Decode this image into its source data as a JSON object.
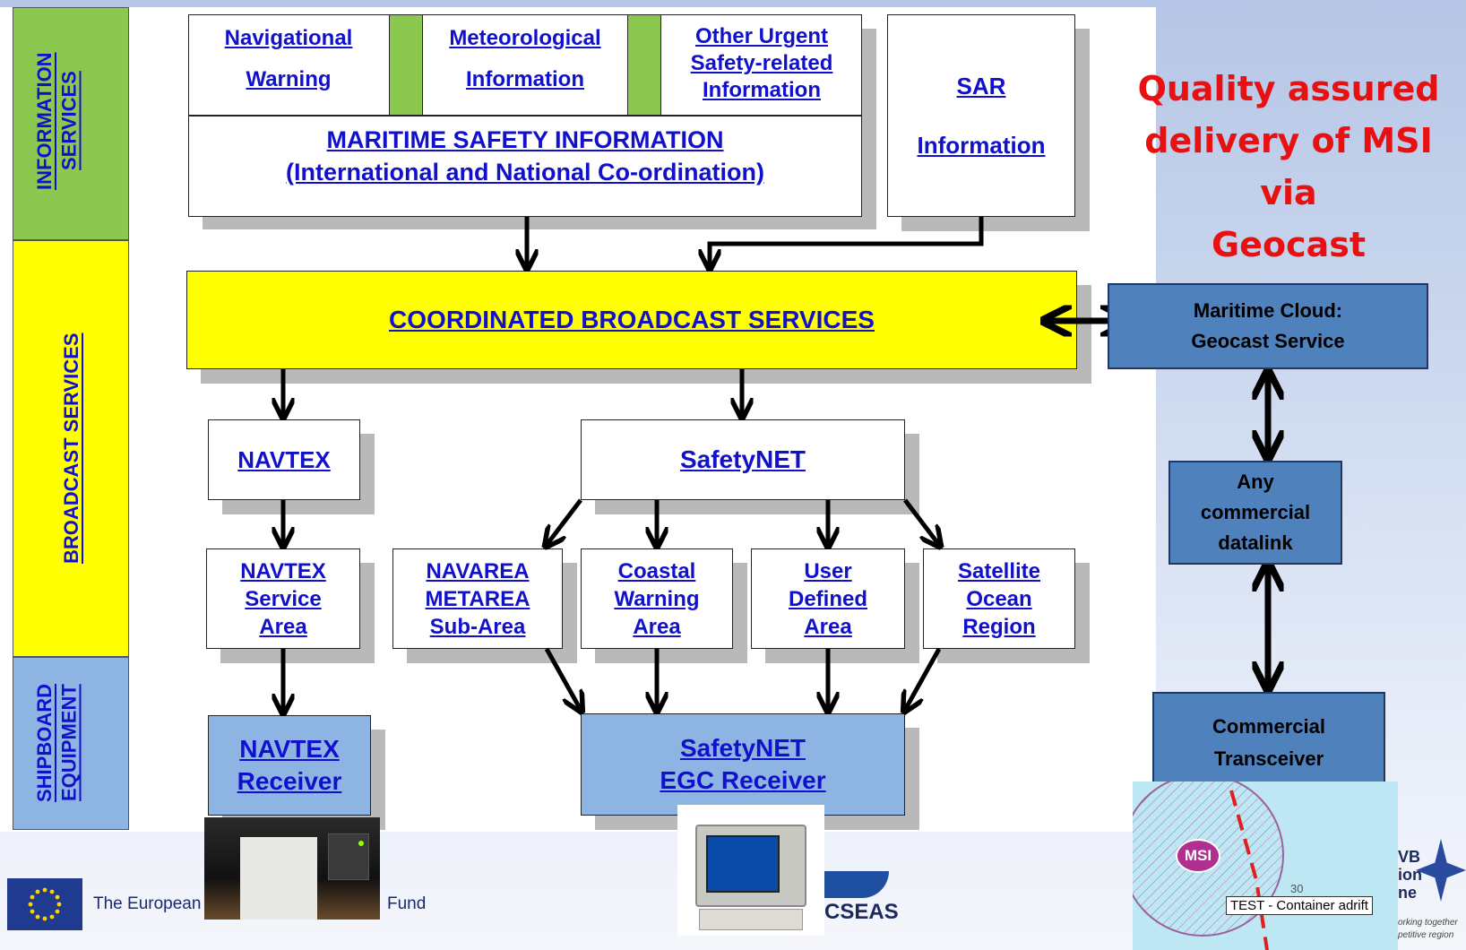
{
  "side_labels": {
    "information": [
      "INFORMATION",
      "SERVICES"
    ],
    "broadcast": "BROADCAST SERVICES",
    "shipboard": [
      "SHIPBOARD",
      "EQUIPMENT"
    ]
  },
  "top_boxes": {
    "navigational": [
      "Navigational",
      "Warning"
    ],
    "meteorological": [
      "Meteorological",
      "Information"
    ],
    "other": [
      "Other Urgent",
      "Safety-related",
      "Information"
    ],
    "msi": [
      "MARITIME SAFETY INFORMATION",
      "(International and National Co-ordination)"
    ],
    "sar": [
      "SAR",
      "Information"
    ]
  },
  "coordinated": "COORDINATED BROADCAST SERVICES",
  "navtex": "NAVTEX",
  "safetynet": "SafetyNET",
  "areas": {
    "navtex_service": [
      "NAVTEX",
      "Service",
      "Area"
    ],
    "navarea": [
      "NAVAREA",
      "METAREA",
      "Sub-Area"
    ],
    "coastal": [
      "Coastal",
      "Warning",
      "Area"
    ],
    "user": [
      "User",
      "Defined",
      "Area"
    ],
    "satellite": [
      "Satellite",
      "Ocean",
      "Region"
    ]
  },
  "receivers": {
    "navtex": [
      "NAVTEX",
      "Receiver"
    ],
    "safetynet": [
      "SafetyNET",
      "EGC Receiver"
    ]
  },
  "headline": [
    "Quality assured",
    "delivery of MSI via",
    "Geocast"
  ],
  "right_boxes": {
    "cloud": [
      "Maritime Cloud:",
      "Geocast Service"
    ],
    "datalink": [
      "Any",
      "commercial",
      "datalink"
    ],
    "transceiver": [
      "Commercial",
      "Transceiver"
    ]
  },
  "footer": {
    "eu_text_left": "The European",
    "eu_text_right": "Fund",
    "efficiensea_fragment": "CSEAS",
    "logo_fragments": [
      "VB",
      "ion",
      "ne"
    ],
    "tagline_fragments": [
      "orking together",
      "petitive region"
    ]
  },
  "map_inset": {
    "msi_label": "MSI",
    "number": "30",
    "caption": "TEST - Container adrift"
  },
  "colors": {
    "info_band": "#8cc850",
    "broadcast_band": "#ffff00",
    "shipboard_band": "#8eb4e3",
    "link_blue": "#1111cc",
    "headline_red": "#e81010",
    "right_box_fill": "#4f81bd",
    "receiver_fill": "#8eb4e3"
  }
}
